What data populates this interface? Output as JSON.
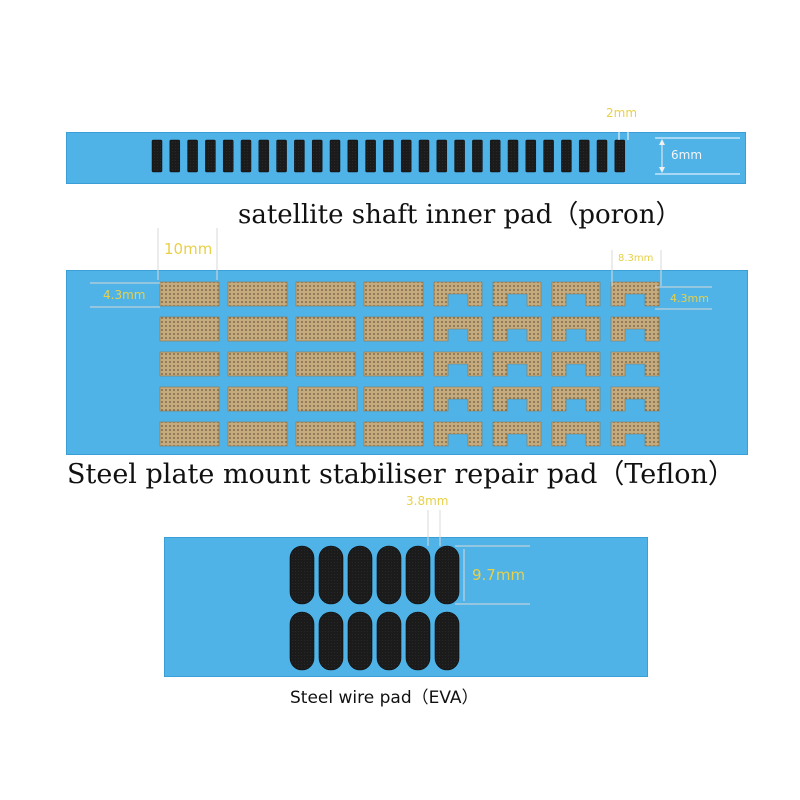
{
  "products": [
    {
      "caption": "satellite shaft inner pad（poron）",
      "material": "poron",
      "pad_count": 27,
      "pad_color": "#1c1c1c",
      "sheet_color": "#4fb3e8",
      "dims": {
        "width": "2mm",
        "height": "6mm"
      }
    },
    {
      "caption": "Steel plate mount stabiliser repair pad（Teflon）",
      "material": "Teflon",
      "rows": 5,
      "rect_columns": 4,
      "notched_columns": 4,
      "pad_color": "#b59a6e",
      "sheet_color": "#4fb3e8",
      "dims": {
        "rect_width": "10mm",
        "rect_height": "4.3mm",
        "notch_width": "8.3mm",
        "notch_height": "4.3mm"
      }
    },
    {
      "caption": "Steel wire pad（EVA）",
      "material": "EVA",
      "rows": 2,
      "columns": 6,
      "pad_color": "#1a1a1a",
      "sheet_color": "#4fb3e8",
      "dims": {
        "width": "3.8mm",
        "height": "9.7mm"
      }
    }
  ]
}
